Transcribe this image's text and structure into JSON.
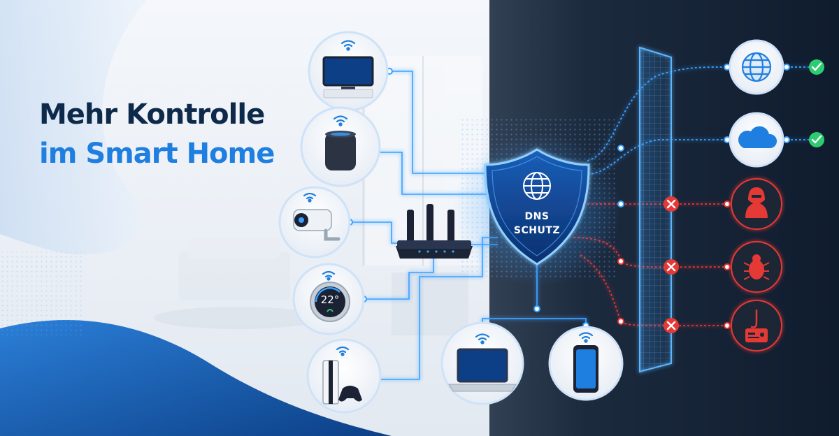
{
  "headline": {
    "line1": "Mehr Kontrolle",
    "line2": "im Smart Home"
  },
  "shield": {
    "label_line1": "DNS",
    "label_line2": "SCHUTZ"
  },
  "thermostat": {
    "temperature": "22°"
  },
  "colors": {
    "navy": "#0d2a4a",
    "accent_blue": "#1f7fe0",
    "glow_blue": "#3aa0ff",
    "allowed_green": "#2ecc71",
    "blocked_red": "#e53935"
  },
  "devices_left": [
    "tv-icon",
    "smart-speaker-icon",
    "security-camera-icon",
    "thermostat-icon",
    "game-console-icon"
  ],
  "devices_bottom": [
    "laptop-icon",
    "smartphone-icon"
  ],
  "destinations_allowed": [
    "globe-icon",
    "cloud-icon"
  ],
  "destinations_blocked": [
    "hacker-icon",
    "bug-icon",
    "phishing-icon"
  ]
}
